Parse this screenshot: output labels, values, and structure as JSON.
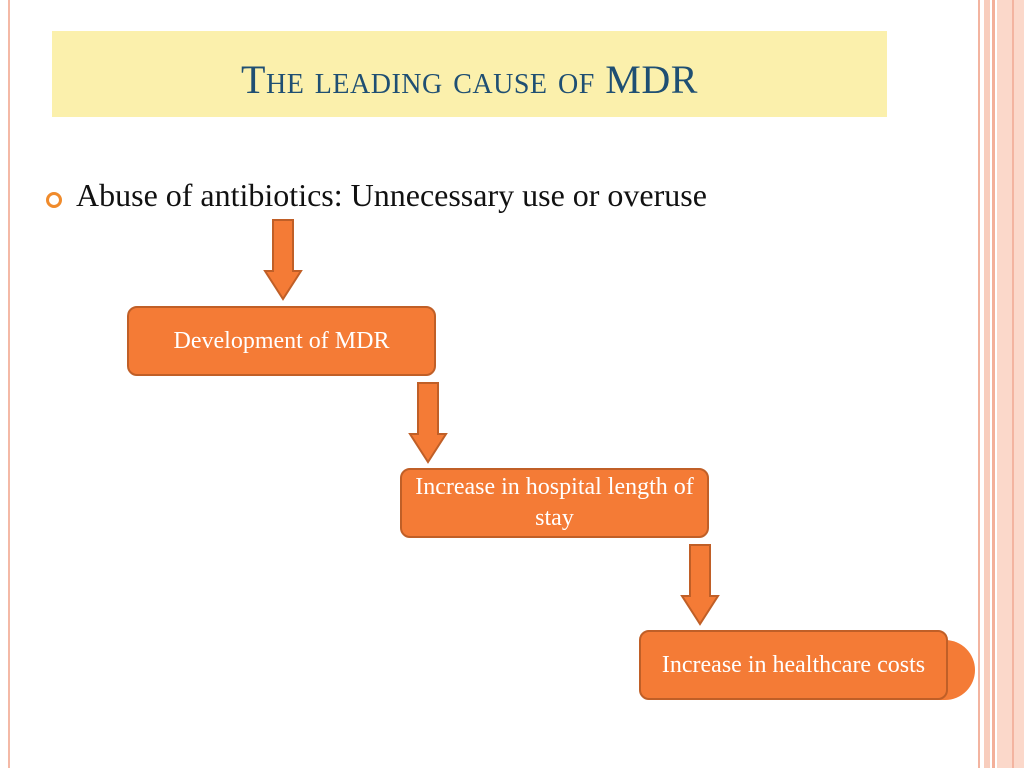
{
  "slide": {
    "title": "The leading cause of MDR",
    "bullet": "Abuse of antibiotics: Unnecessary use or overuse"
  },
  "flow": {
    "steps": [
      {
        "label": "Development of MDR"
      },
      {
        "label": "Increase in hospital length of stay"
      },
      {
        "label": "Increase in healthcare costs"
      }
    ]
  },
  "colors": {
    "title_band": "#fbf0ac",
    "title_text": "#1f4f73",
    "accent": "#f47b36",
    "accent_border": "#c05f27",
    "bullet": "#f08b2c"
  },
  "icons": {
    "bullet": "hollow-circle-bullet",
    "arrow": "down-arrow"
  }
}
